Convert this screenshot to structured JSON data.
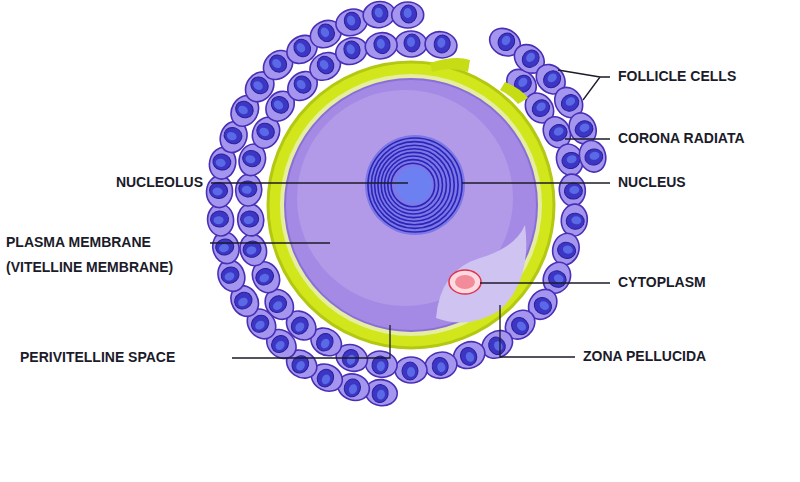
{
  "diagram": {
    "labels": [
      "FOLLICLE CELLS",
      "CORONA RADIATA",
      "NUCLEOLUS",
      "NUCLEUS",
      "PLASMA MEMBRANE (VITELLINE MEMBRANE)",
      "CYTOPLASM",
      "PERIVITELLINE SPACE",
      "ZONA PELLUCIDA"
    ]
  }
}
